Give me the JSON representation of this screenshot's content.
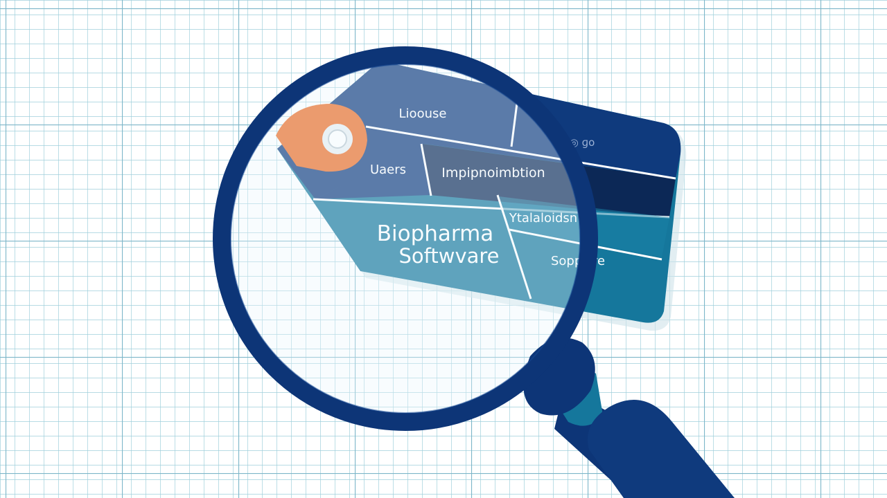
{
  "tag": {
    "title_line1": "Biopharma",
    "title_line2": "Softwvare",
    "section_license": "Lioouse",
    "section_users": "Uaers",
    "section_implementation": "Impipnoimbtion",
    "section_validation": "Ytalaloidsn",
    "section_support": "Soppwre",
    "section_top_right": "◎ ɡo",
    "colors": {
      "navy": "#0f3a7d",
      "dark_navy": "#0c2856",
      "teal": "#15779c",
      "teal_dark": "#106585",
      "orange": "#ec6a23"
    }
  },
  "magnifier": {
    "icon": "magnifying-glass-icon",
    "rim_color": "#0d3577"
  },
  "background": {
    "icon": "graph-paper-grid",
    "grid_color": "#8fc3d3"
  }
}
